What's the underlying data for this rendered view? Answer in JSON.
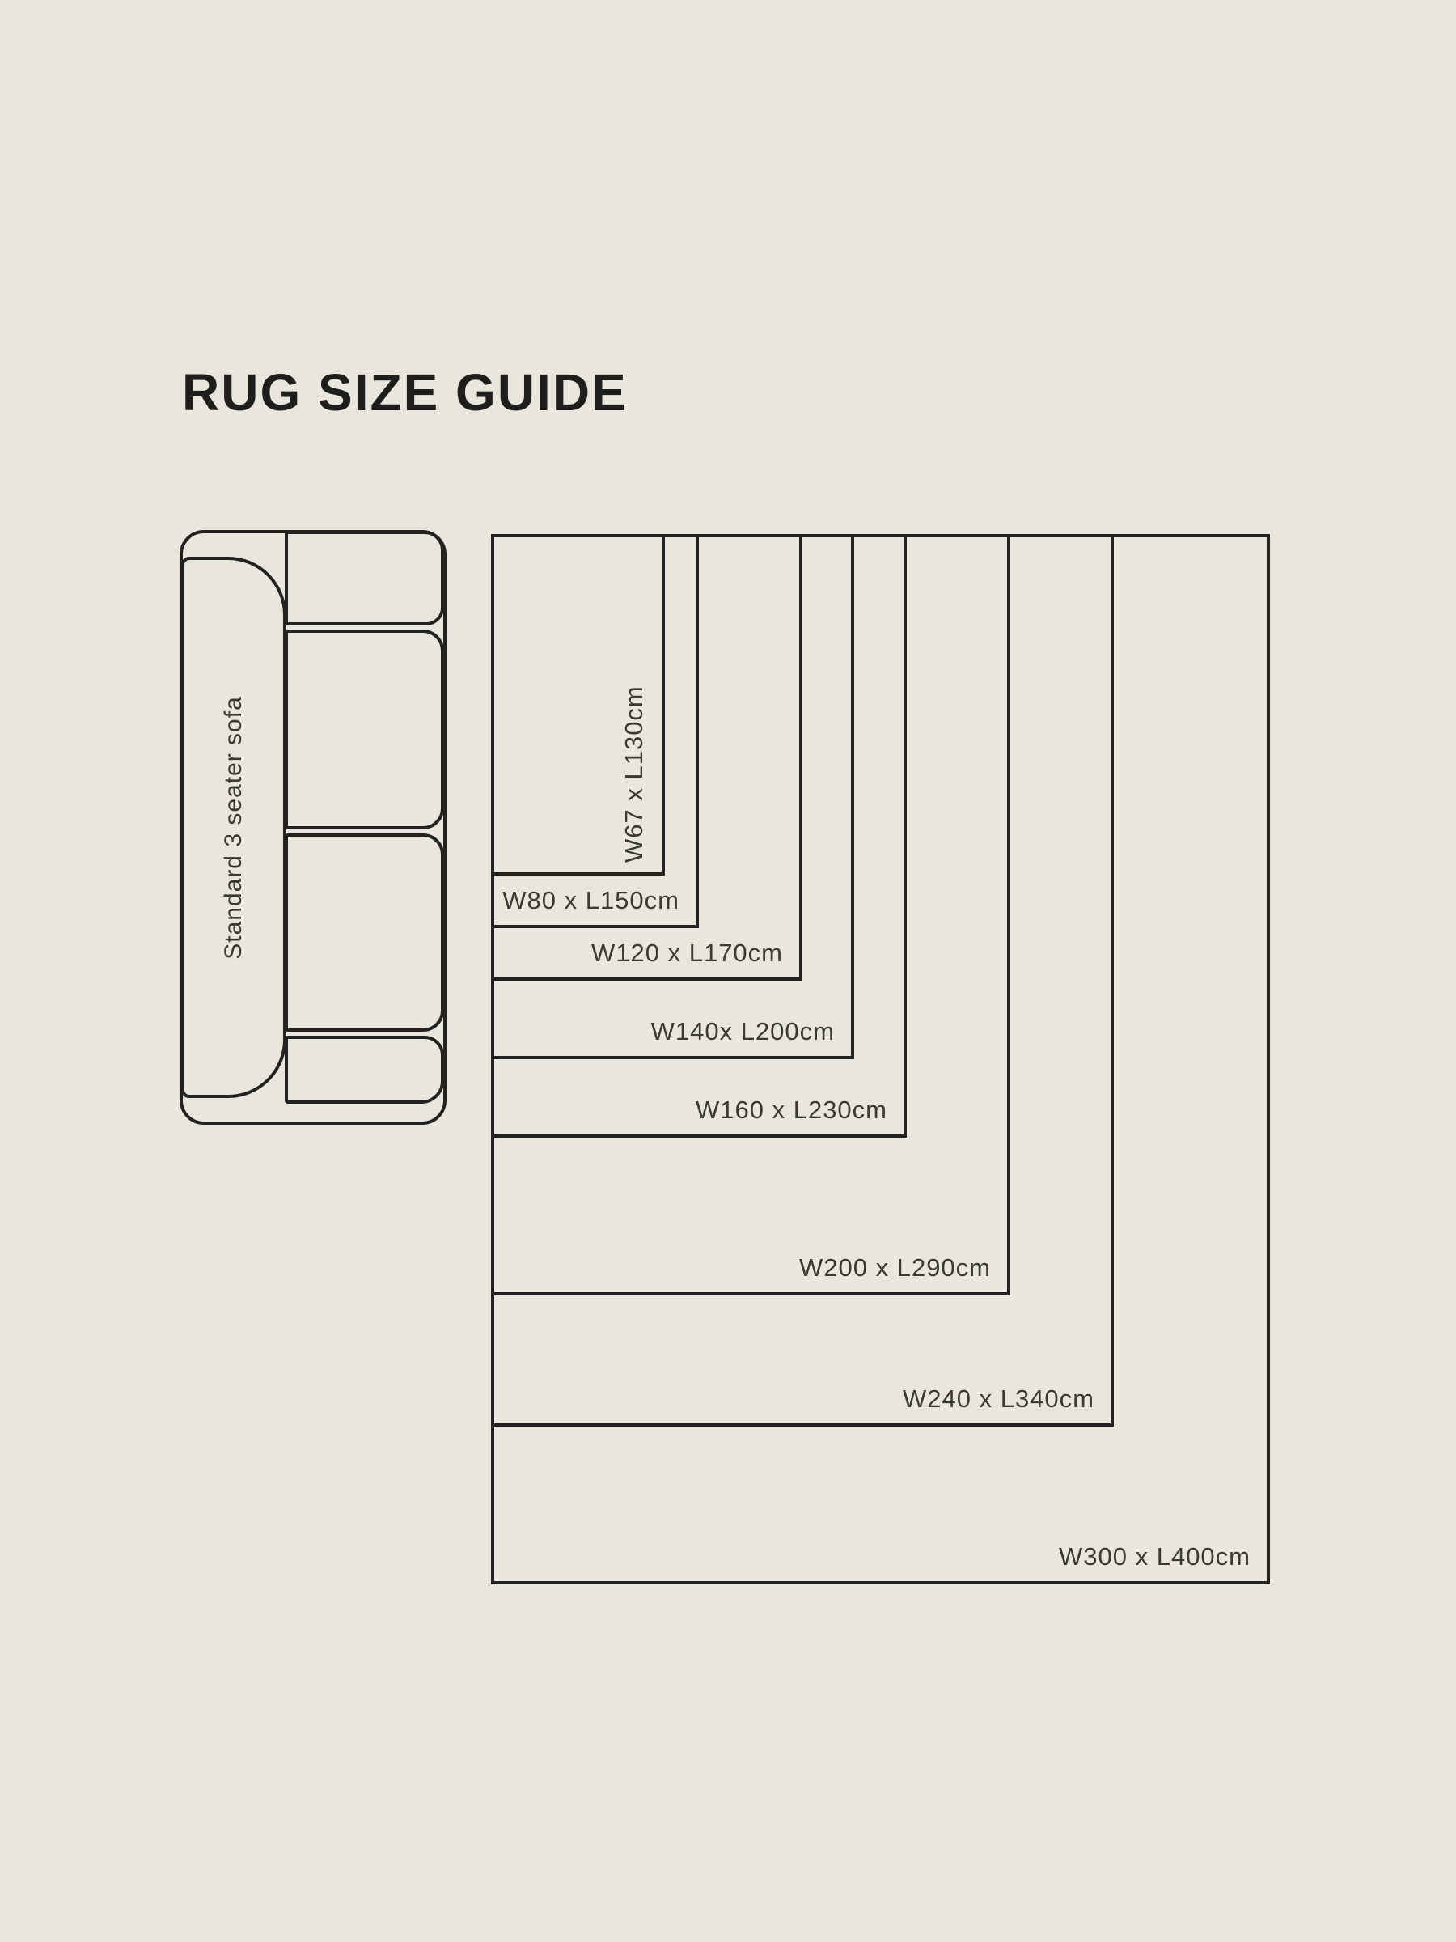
{
  "page": {
    "background_color": "#e9e7dd",
    "line_color": "#222220",
    "text_color": "#3a3a34"
  },
  "title": "RUG SIZE GUIDE",
  "sofa": {
    "label": "Standard 3 seater sofa"
  },
  "rug_guide": {
    "unit": "cm",
    "sizes": [
      {
        "label": "W67 x L130cm",
        "width_cm": 67,
        "length_cm": 130,
        "label_orientation": "vertical"
      },
      {
        "label": "W80 x L150cm",
        "width_cm": 80,
        "length_cm": 150,
        "label_orientation": "horizontal"
      },
      {
        "label": "W120 x L170cm",
        "width_cm": 120,
        "length_cm": 170,
        "label_orientation": "horizontal"
      },
      {
        "label": "W140x L200cm",
        "width_cm": 140,
        "length_cm": 200,
        "label_orientation": "horizontal"
      },
      {
        "label": "W160 x L230cm",
        "width_cm": 160,
        "length_cm": 230,
        "label_orientation": "horizontal"
      },
      {
        "label": "W200 x L290cm",
        "width_cm": 200,
        "length_cm": 290,
        "label_orientation": "horizontal"
      },
      {
        "label": "W240 x L340cm",
        "width_cm": 240,
        "length_cm": 340,
        "label_orientation": "horizontal"
      },
      {
        "label": "W300 x L400cm",
        "width_cm": 300,
        "length_cm": 400,
        "label_orientation": "horizontal"
      }
    ]
  }
}
